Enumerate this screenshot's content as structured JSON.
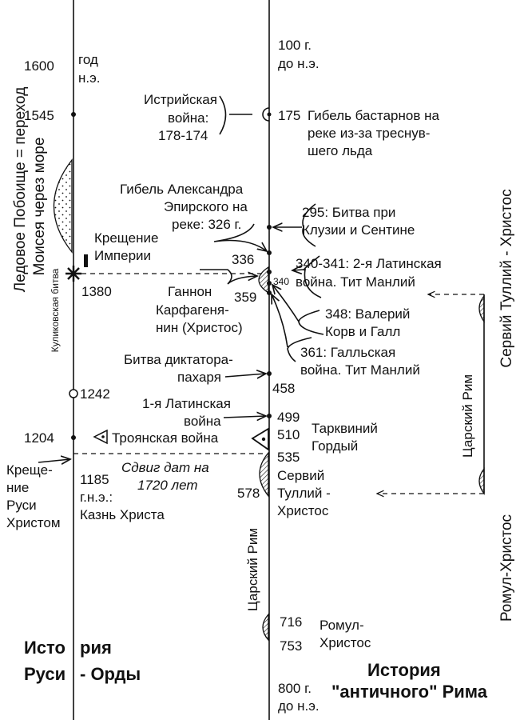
{
  "left": {
    "y1600": "1600",
    "era": [
      "год",
      "н.э."
    ],
    "y1545": "1545",
    "ice_battle": "Ледовое Побоище = переход",
    "moses": "Моисея через море",
    "kulikovo": "Куликовская битва",
    "baptism_empire": [
      "Крещение",
      "Империи"
    ],
    "y1380": "1380",
    "y1242": "1242",
    "y1204": "1204",
    "trojan_war": "Троянская война",
    "baptism_rus": [
      "Креще-",
      "ние",
      "Руси",
      "Христом"
    ],
    "shift": [
      "Сдвиг дат на",
      "1720 лет"
    ],
    "y1185": [
      "1185",
      "г.н.э.:",
      "Казнь Христа"
    ],
    "title": [
      "Исто",
      "рия",
      "Руси",
      "- Орды"
    ]
  },
  "right": {
    "y100": [
      "100 г.",
      "до н.э."
    ],
    "istrian": [
      "Истрийская",
      "война:",
      "178-174"
    ],
    "y175": "175",
    "bastarnae": [
      "Гибель бастарнов на",
      "реке из-за треснув-",
      "шего льда"
    ],
    "alexander": [
      "Гибель Александра",
      "Эпирского на",
      "реке: 326 г."
    ],
    "b295": [
      "295: Битва при",
      "Клузии и Сентине"
    ],
    "y336": "336",
    "latin2": [
      "340-341: 2-я Латинская",
      "война. Тит Манлий"
    ],
    "y340": "340",
    "hanno": [
      "Ганнон",
      "Карфагеня-",
      "нин (Христос)"
    ],
    "y359": "359",
    "valerius": [
      "348: Валерий",
      "Корв и Галл"
    ],
    "gallic": [
      "361: Галльская",
      "война. Тит Манлий"
    ],
    "dictator": [
      "Битва диктатора-",
      "пахаря"
    ],
    "y458": "458",
    "latin1": [
      "1-я Латинская",
      "война"
    ],
    "y499": "499",
    "y510": "510",
    "tarquin": [
      "Тарквиний",
      "Гордый"
    ],
    "y535": "535",
    "servius": [
      "Сервий",
      "Туллий -",
      "Христос"
    ],
    "y578": "578",
    "regal_rome": "Царский Рим",
    "y716": "716",
    "y753": "753",
    "romulus": [
      "Ромул-",
      "Христос"
    ],
    "y800": [
      "800 г.",
      "до н.э."
    ],
    "title": [
      "История",
      "\"античного\" Рима"
    ]
  },
  "bracket": {
    "regal_rome": "Царский Рим",
    "servius": "Сервий Туллий - Христос",
    "romulus": "Ромул-Христос"
  }
}
